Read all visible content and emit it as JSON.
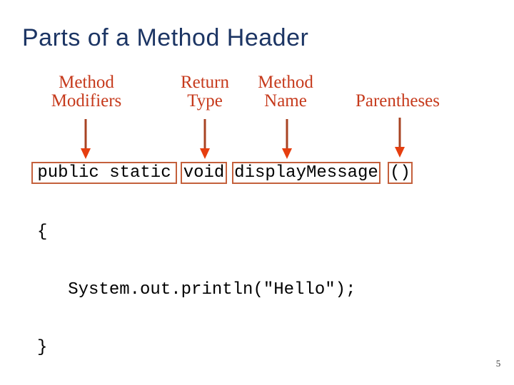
{
  "slide": {
    "title": "Parts of a Method Header",
    "page_number": "5",
    "colors": {
      "background": "#ffffff",
      "title_text": "#1c3564",
      "label_text": "#c63a1c",
      "arrow_line": "#a84323",
      "arrow_head": "#e63e0f",
      "box_border": "#c4603c",
      "code_text": "#000000"
    },
    "labels": [
      {
        "name": "method-modifiers",
        "line1": "Method",
        "line2": "Modifiers"
      },
      {
        "name": "return-type",
        "line1": "Return",
        "line2": "Type"
      },
      {
        "name": "method-name",
        "line1": "Method",
        "line2": "Name"
      },
      {
        "name": "parentheses",
        "line1": "Parentheses",
        "line2": ""
      }
    ],
    "code": {
      "boxed_parts": {
        "modifiers": "public static",
        "return_type": "void",
        "method_name": "displayMessage",
        "parentheses": "()"
      },
      "body_lines": {
        "open_brace": "{",
        "statement": "   System.out.println(\"Hello\");",
        "close_brace": "}"
      }
    }
  }
}
